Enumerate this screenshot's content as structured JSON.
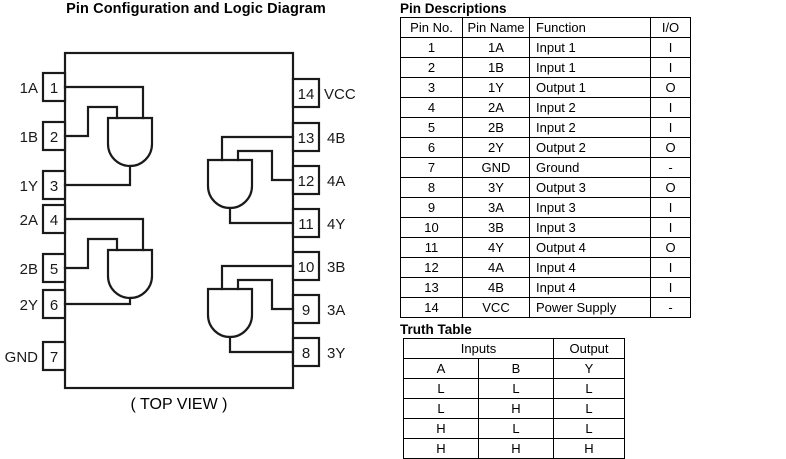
{
  "diagram": {
    "title": "Pin Configuration and Logic Diagram",
    "view_label": "( TOP VIEW )",
    "left_pins": [
      {
        "num": "1",
        "name": "1A"
      },
      {
        "num": "2",
        "name": "1B"
      },
      {
        "num": "3",
        "name": "1Y"
      },
      {
        "num": "4",
        "name": "2A"
      },
      {
        "num": "5",
        "name": "2B"
      },
      {
        "num": "6",
        "name": "2Y"
      },
      {
        "num": "7",
        "name": "GND"
      }
    ],
    "right_pins": [
      {
        "num": "14",
        "name": "VCC"
      },
      {
        "num": "13",
        "name": "4B"
      },
      {
        "num": "12",
        "name": "4A"
      },
      {
        "num": "11",
        "name": "4Y"
      },
      {
        "num": "10",
        "name": "3B"
      },
      {
        "num": "9",
        "name": "3A"
      },
      {
        "num": "8",
        "name": "3Y"
      }
    ],
    "gate_type": "and-gate",
    "gate_count": 4
  },
  "pin_descriptions": {
    "title": "Pin Descriptions",
    "headers": [
      "Pin No.",
      "Pin Name",
      "Function",
      "I/O"
    ],
    "rows": [
      [
        "1",
        "1A",
        "Input 1",
        "I"
      ],
      [
        "2",
        "1B",
        "Input 1",
        "I"
      ],
      [
        "3",
        "1Y",
        "Output 1",
        "O"
      ],
      [
        "4",
        "2A",
        "Input 2",
        "I"
      ],
      [
        "5",
        "2B",
        "Input 2",
        "I"
      ],
      [
        "6",
        "2Y",
        "Output 2",
        "O"
      ],
      [
        "7",
        "GND",
        "Ground",
        "-"
      ],
      [
        "8",
        "3Y",
        "Output 3",
        "O"
      ],
      [
        "9",
        "3A",
        "Input 3",
        "I"
      ],
      [
        "10",
        "3B",
        "Input 3",
        "I"
      ],
      [
        "11",
        "4Y",
        "Output 4",
        "O"
      ],
      [
        "12",
        "4A",
        "Input 4",
        "I"
      ],
      [
        "13",
        "4B",
        "Input 4",
        "I"
      ],
      [
        "14",
        "VCC",
        "Power Supply",
        "-"
      ]
    ]
  },
  "truth_table": {
    "title": "Truth Table",
    "group_headers": [
      "Inputs",
      "Output"
    ],
    "sub_headers": [
      "A",
      "B",
      "Y"
    ],
    "rows": [
      [
        "L",
        "L",
        "L"
      ],
      [
        "L",
        "H",
        "L"
      ],
      [
        "H",
        "L",
        "L"
      ],
      [
        "H",
        "H",
        "H"
      ]
    ]
  },
  "colors": {
    "line": "#000000",
    "background": "#ffffff"
  }
}
